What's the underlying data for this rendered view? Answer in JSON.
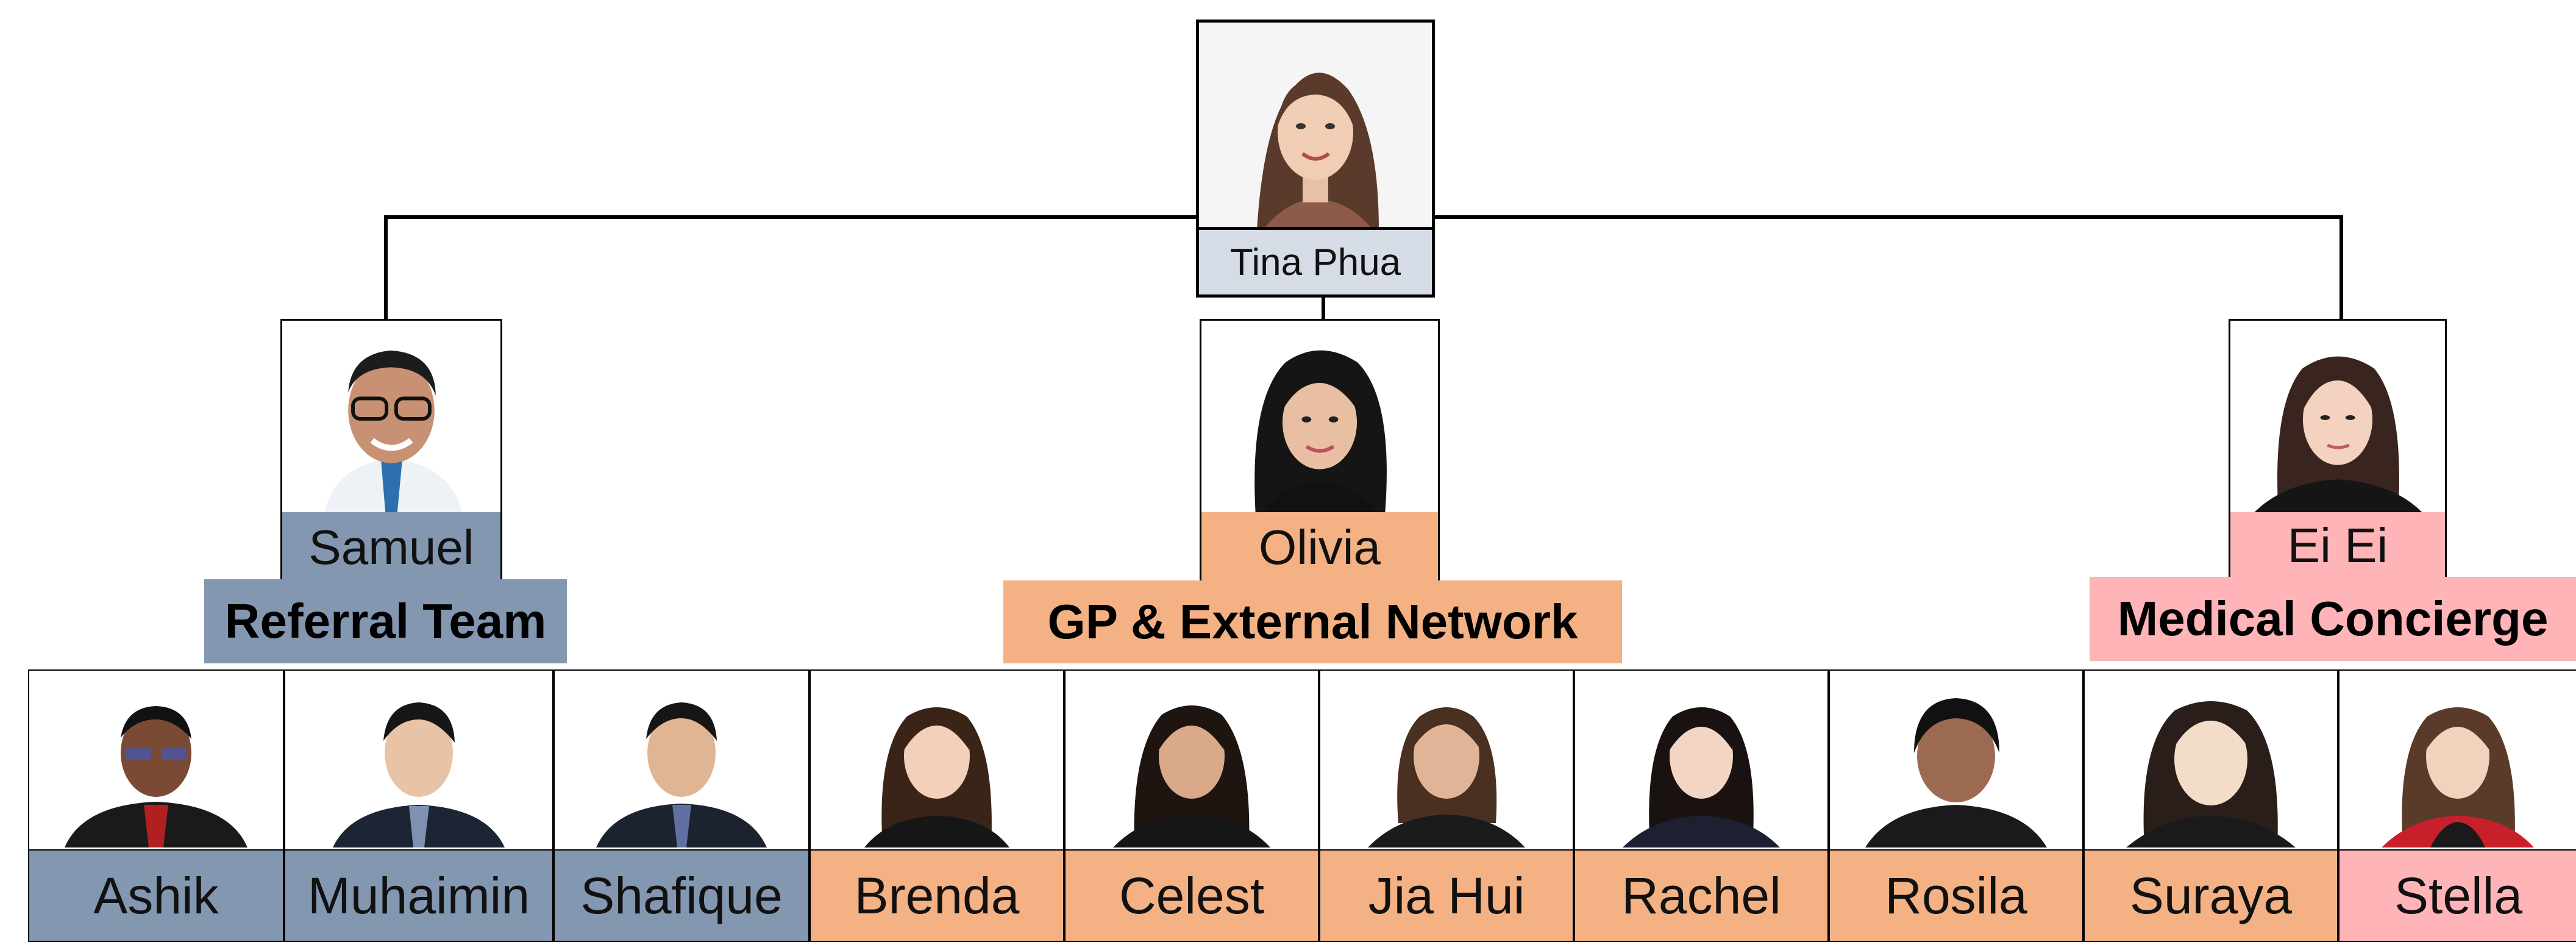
{
  "colors": {
    "blue": "#8497b0",
    "orange": "#f4b183",
    "pink": "#ffb4b8",
    "head_name_bg": "#d6dce5"
  },
  "head": {
    "name": "Tina Phua"
  },
  "managers": [
    {
      "name": "Samuel",
      "team": "Referral Team",
      "color": "#8497b0"
    },
    {
      "name": "Olivia",
      "team": "GP & External Network",
      "color": "#f4b183"
    },
    {
      "name": "Ei Ei",
      "team": "Medical Concierge",
      "color": "#ffb4b8"
    }
  ],
  "staff": [
    {
      "name": "Ashik",
      "color": "#8497b0"
    },
    {
      "name": "Muhaimin",
      "color": "#8497b0"
    },
    {
      "name": "Shafique",
      "color": "#8497b0"
    },
    {
      "name": "Brenda",
      "color": "#f4b183"
    },
    {
      "name": "Celest",
      "color": "#f4b183"
    },
    {
      "name": "Jia Hui",
      "color": "#f4b183"
    },
    {
      "name": "Rachel",
      "color": "#f4b183"
    },
    {
      "name": "Rosila",
      "color": "#f4b183"
    },
    {
      "name": "Suraya",
      "color": "#f4b183"
    },
    {
      "name": "Stella",
      "color": "#ffb4b8"
    }
  ]
}
